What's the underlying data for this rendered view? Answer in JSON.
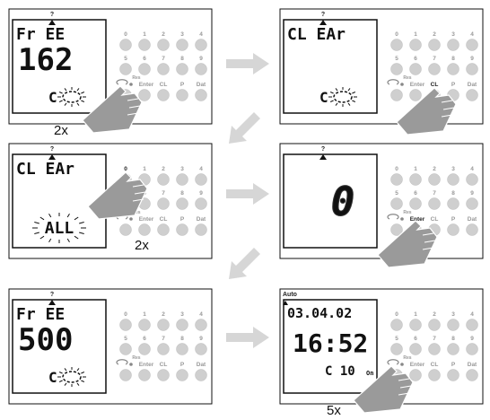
{
  "steps": [
    {
      "top_label": "?",
      "display": [
        "Fr EE",
        "162",
        "C"
      ],
      "display_special": "dial",
      "pressed_key": "reset-circle",
      "highlight_label": "",
      "count": "2x"
    },
    {
      "top_label": "?",
      "display": [
        "CL EAr",
        "",
        "C"
      ],
      "display_special": "dial",
      "pressed_key": "CL",
      "highlight_label": "CL",
      "count": ""
    },
    {
      "top_label": "?",
      "display": [
        "CL EAr",
        "",
        "ALL"
      ],
      "display_special": "all-blink",
      "pressed_key": "0",
      "highlight_label": "0",
      "count": "2x"
    },
    {
      "top_label": "?",
      "display": [
        "",
        "0",
        ""
      ],
      "display_special": "big-zero",
      "pressed_key": "Enter",
      "highlight_label": "Enter",
      "count": ""
    },
    {
      "top_label": "?",
      "display": [
        "Fr EE",
        "500",
        "C"
      ],
      "display_special": "dial",
      "pressed_key": "",
      "highlight_label": "",
      "count": ""
    },
    {
      "top_label": "Auto",
      "display": [
        "03.04.02",
        "16:52",
        "C 10"
      ],
      "display_special": "datetime",
      "display_suffix": "On",
      "pressed_key": "reset-circle",
      "highlight_label": "",
      "count": "5x"
    }
  ],
  "keypad": {
    "row1": [
      "0",
      "1",
      "2",
      "3",
      "4"
    ],
    "row2": [
      "5",
      "6",
      "7",
      "8",
      "9"
    ],
    "row3_small": "Res",
    "row3": [
      "",
      "Enter",
      "CL",
      "P",
      "Dat"
    ]
  },
  "colors": {
    "arrow": "#d6d6d6",
    "key": "#cfcfcf",
    "hand": "#9a9a9a",
    "frame": "#111111"
  }
}
